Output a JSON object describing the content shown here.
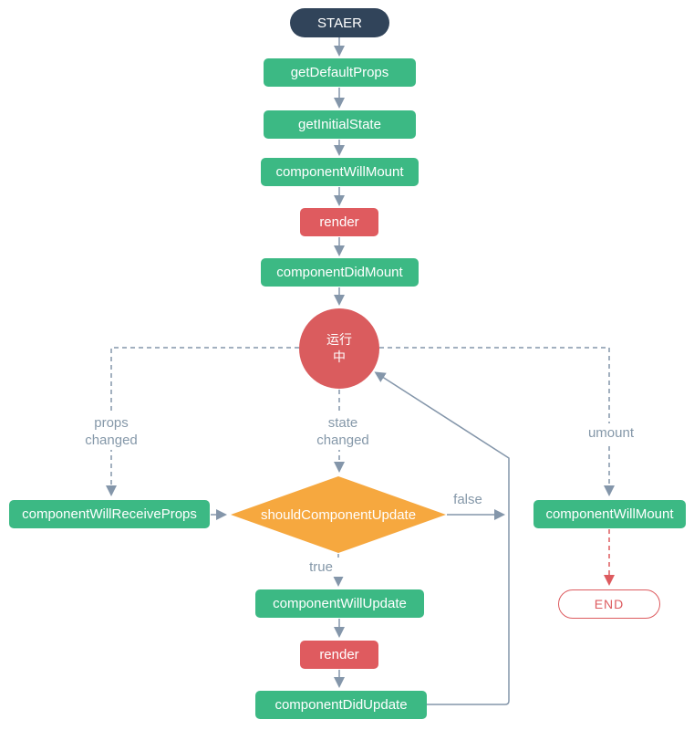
{
  "palette": {
    "start_fill": "#31445a",
    "step_green": "#3cb984",
    "render_red": "#df5b5f",
    "running_red": "#da5c5e",
    "decision_orange": "#f6a83f",
    "end_outline_red": "#dd5b5f",
    "connector_gray": "#8496aa",
    "edge_label_gray": "#8598a9",
    "node_text": "#ffffff",
    "background": "#ffffff"
  },
  "nodes": {
    "start": "STAER",
    "get_default_props": "getDefaultProps",
    "get_initial_state": "getInitialState",
    "component_will_mount": "componentWillMount",
    "render_mount": "render",
    "component_did_mount": "componentDidMount",
    "running_line1": "运行",
    "running_line2": "中",
    "component_will_receive_props": "componentWillReceiveProps",
    "should_component_update": "shouldComponentUpdate",
    "component_will_update": "componentWillUpdate",
    "render_update": "render",
    "component_did_update": "componentDidUpdate",
    "unmount_component_will_mount": "componentWillMount",
    "end": "END"
  },
  "edge_labels": {
    "props_changed_line1": "props",
    "props_changed_line2": "changed",
    "state_changed_line1": "state",
    "state_changed_line2": "changed",
    "umount": "umount",
    "false_label": "false",
    "true_label": "true"
  }
}
